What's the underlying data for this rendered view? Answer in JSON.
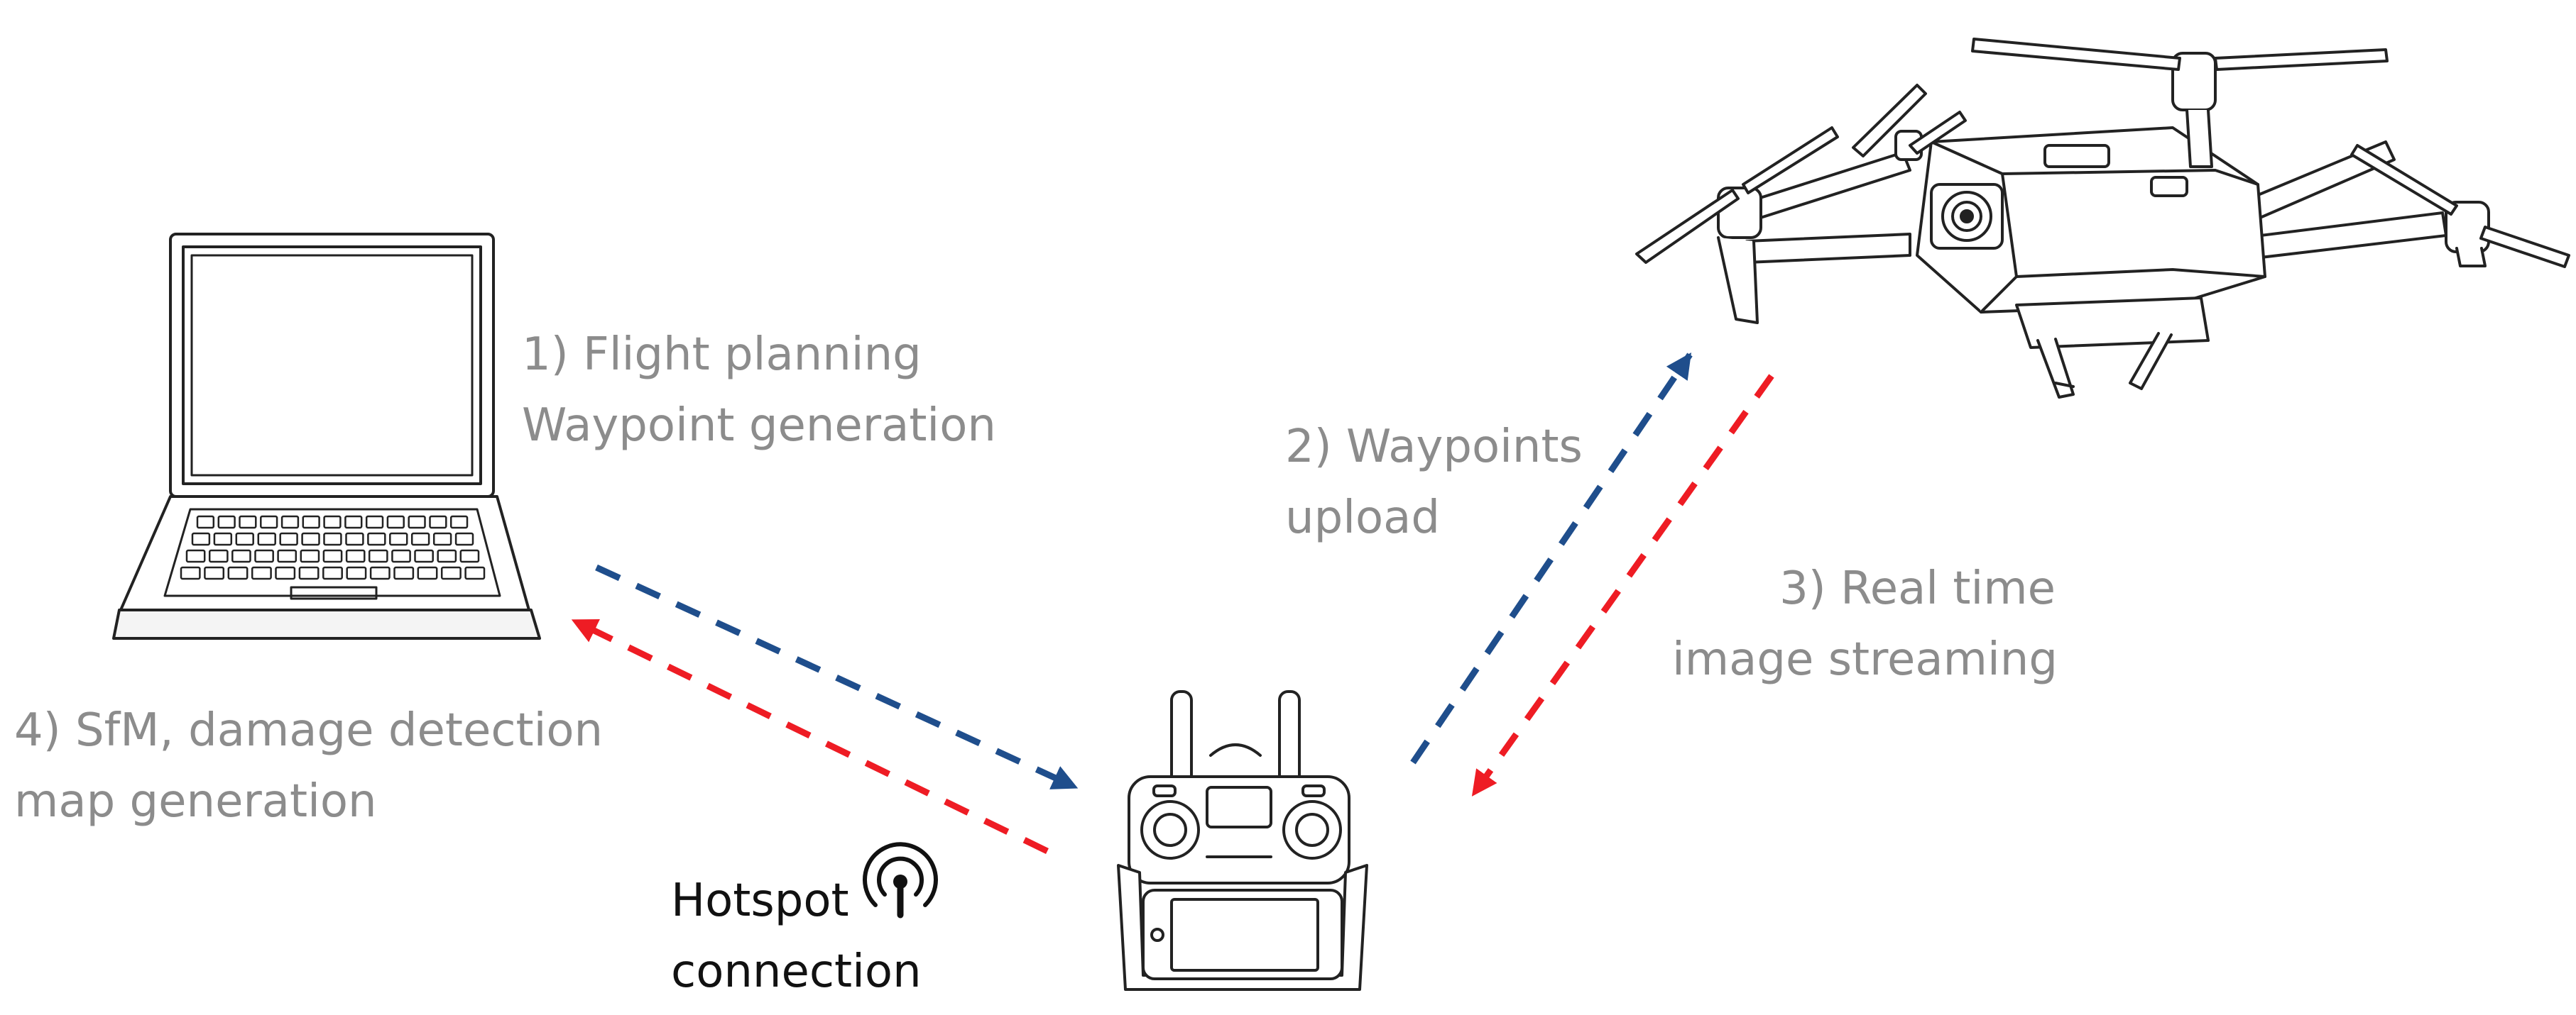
{
  "labels": {
    "step1": {
      "line1": "1) Flight planning",
      "line2": "Waypoint generation"
    },
    "step2": {
      "line1": "2) Waypoints",
      "line2": "upload"
    },
    "step3": {
      "line1": "3) Real time",
      "line2": "image streaming"
    },
    "step4": {
      "line1": "4) SfM, damage detection",
      "line2": "map generation"
    },
    "hotspot": {
      "line1": "Hotspot",
      "line2": "connection"
    }
  },
  "icons": [
    "laptop-icon",
    "drone-icon",
    "remote-controller-icon",
    "smartphone-icon",
    "hotspot-icon"
  ],
  "colors": {
    "label_gray": "#8c8c8c",
    "label_black": "#111111",
    "arrow_blue": "#1f4e8c",
    "arrow_red": "#ee1c24",
    "line_art": "#222222"
  }
}
